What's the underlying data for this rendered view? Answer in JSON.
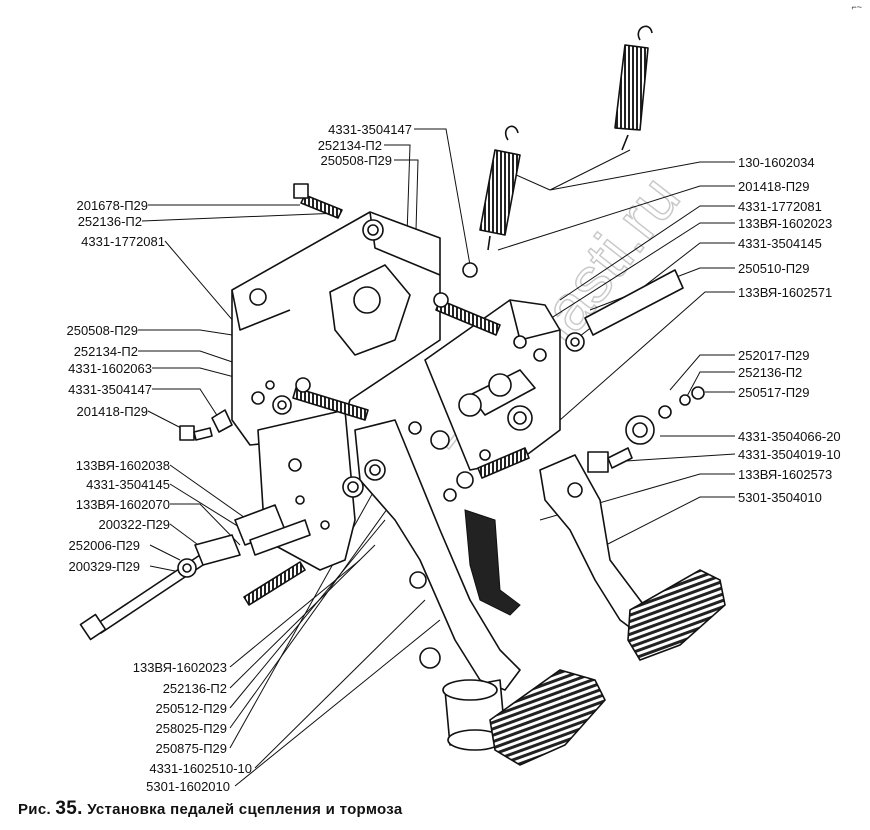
{
  "corner_mark": "⌐~",
  "caption": {
    "prefix": "Рис.",
    "number": "35.",
    "title": "Установка педалей сцепления и тормоза"
  },
  "labels": {
    "top_1": "4331-3504147",
    "top_2": "252134-П2",
    "top_3": "250508-П29",
    "left_1": "201678-П29",
    "left_2": "252136-П2",
    "left_3": "4331-1772081",
    "left_4": "250508-П29",
    "left_5": "252134-П2",
    "left_6": "4331-1602063",
    "left_7": "4331-3504147",
    "left_8": "201418-П29",
    "left_9": "133ВЯ-1602038",
    "left_10": "4331-3504145",
    "left_11": "133ВЯ-1602070",
    "left_12": "200322-П29",
    "left_13": "252006-П29",
    "left_14": "200329-П29",
    "bottom_1": "133ВЯ-1602023",
    "bottom_2": "252136-П2",
    "bottom_3": "250512-П29",
    "bottom_4": "258025-П29",
    "bottom_5": "250875-П29",
    "bottom_6": "4331-1602510-10",
    "bottom_7": "5301-1602010",
    "right_1": "130-1602034",
    "right_2": "201418-П29",
    "right_3": "4331-1772081",
    "right_4": "133ВЯ-1602023",
    "right_5": "4331-3504145",
    "right_6": "250510-П29",
    "right_7": "133ВЯ-1602571",
    "right_8": "252017-П29",
    "right_9": "252136-П2",
    "right_10": "250517-П29",
    "right_11": "4331-3504066-20",
    "right_12": "4331-3504019-10",
    "right_13": "133ВЯ-1602573",
    "right_14": "5301-3504010"
  },
  "watermark": "zapchasti.ru"
}
